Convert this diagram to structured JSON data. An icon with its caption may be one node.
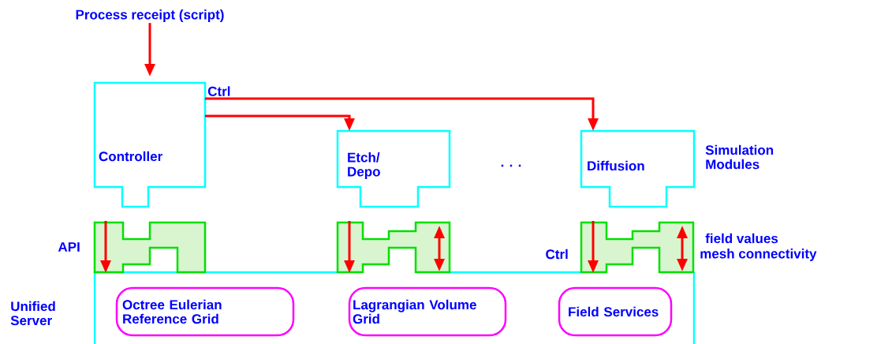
{
  "diagram": {
    "nodes": [
      {
        "text": [
          "Process receipt (script)"
        ]
      },
      {
        "text": [
          "Controller"
        ]
      },
      {
        "text": [
          "Etch/ Depo"
        ]
      },
      {
        "text": [
          "Diffusion"
        ]
      },
      {
        "text": [
          "Octree Eulerian Reference Grid"
        ]
      },
      {
        "text": [
          "Lagrangian Volume Grid"
        ]
      },
      {
        "text": [
          "Field Services"
        ]
      }
    ],
    "edges": [
      {
        "from": 0,
        "to": 1,
        "arrow": "to"
      },
      {
        "from": 1,
        "to": 3,
        "arrow": "to",
        "label": "Ctrl"
      },
      {
        "from": 1,
        "to": 2,
        "arrow": "to"
      }
    ],
    "labels": [
      "Simulation Modules",
      ". . .",
      "API",
      "Ctrl",
      "field values",
      "mesh connectivity",
      "Unified Server"
    ]
  }
}
